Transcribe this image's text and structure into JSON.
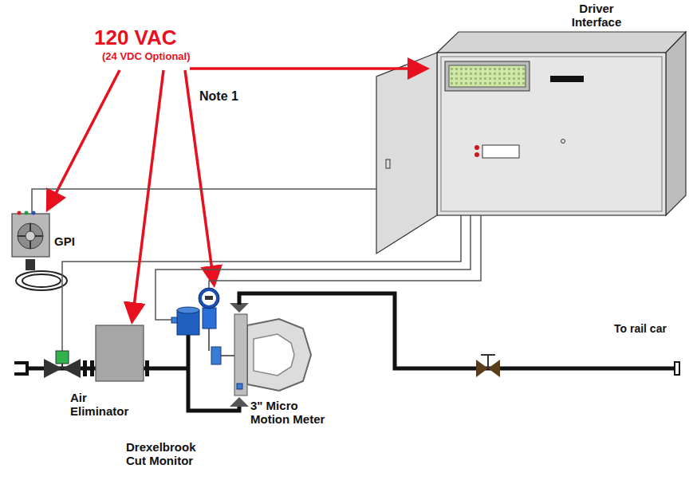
{
  "diagram": {
    "nodes": [
      {
        "text": [
          "Driver Interface"
        ]
      },
      {
        "text": [
          "GPI"
        ]
      },
      {
        "text": [
          "Air Eliminator"
        ]
      },
      {
        "text": [
          "Drexelbrook Cut Monitor"
        ]
      },
      {
        "text": [
          "3\" Micro Motion Meter"
        ]
      }
    ],
    "edges": [
      {
        "from": 0,
        "to": 1,
        "arrow": "none"
      },
      {
        "from": 0,
        "to": 3,
        "arrow": "none"
      },
      {
        "from": 0,
        "to": 4,
        "arrow": "none"
      }
    ],
    "labels": [
      "120 VAC",
      "(24 VDC Optional)",
      "Note 1",
      "To rail car"
    ]
  }
}
